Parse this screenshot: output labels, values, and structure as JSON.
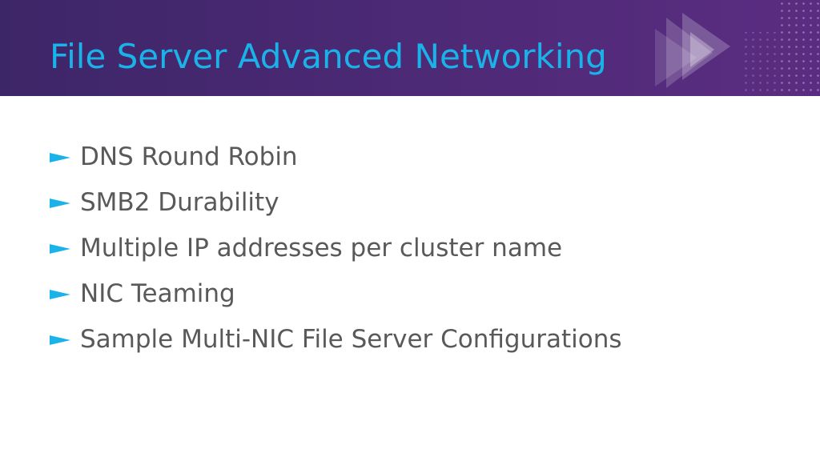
{
  "slide": {
    "title": "File Server Advanced Networking",
    "bullets": [
      "DNS Round Robin",
      "SMB2 Durability",
      "Multiple IP addresses per cluster name",
      "NIC Teaming",
      "Sample Multi-NIC File Server Configurations"
    ]
  },
  "colors": {
    "header_background": "#42276b",
    "header_gradient_start": "#3d2668",
    "header_gradient_end": "#5b2d82",
    "title_text": "#1ab3e9",
    "bullet_text": "#595959",
    "bullet_arrow": "#1ab3e9",
    "slide_background": "#ffffff"
  },
  "icons": {
    "bullet": "arrow-right-icon",
    "header_logo": "play-arrows-icon"
  }
}
